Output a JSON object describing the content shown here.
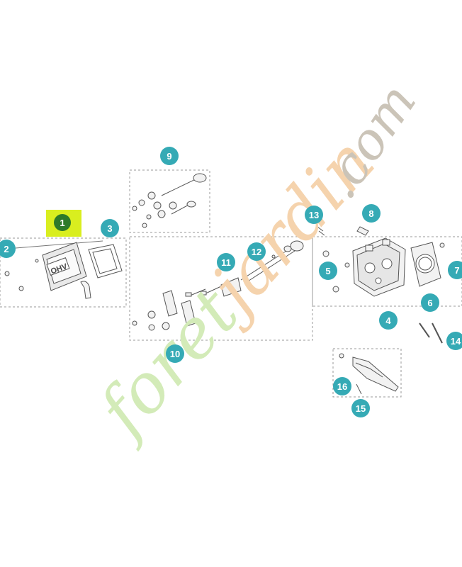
{
  "colors": {
    "callout": "#35aab5",
    "callout_selected": "#2e7a2a",
    "highlight": "#d9ee1f",
    "line": "#555555",
    "watermark_green": "#cfe6b0",
    "watermark_orange": "#f6cfa4",
    "watermark_gray": "#c9c3b8"
  },
  "callouts": [
    {
      "id": "1",
      "label": "1",
      "selected": true
    },
    {
      "id": "2",
      "label": "2"
    },
    {
      "id": "3",
      "label": "3"
    },
    {
      "id": "4",
      "label": "4"
    },
    {
      "id": "5",
      "label": "5"
    },
    {
      "id": "6",
      "label": "6"
    },
    {
      "id": "7",
      "label": "7"
    },
    {
      "id": "8",
      "label": "8"
    },
    {
      "id": "9",
      "label": "9"
    },
    {
      "id": "10",
      "label": "10"
    },
    {
      "id": "11",
      "label": "11"
    },
    {
      "id": "12",
      "label": "12"
    },
    {
      "id": "13",
      "label": "13"
    },
    {
      "id": "14",
      "label": "14"
    },
    {
      "id": "15",
      "label": "15"
    },
    {
      "id": "16",
      "label": "16"
    }
  ],
  "cover_text": "OHV",
  "watermark": {
    "part1": "foret",
    "part2": "jardin",
    "part3": ".com"
  }
}
